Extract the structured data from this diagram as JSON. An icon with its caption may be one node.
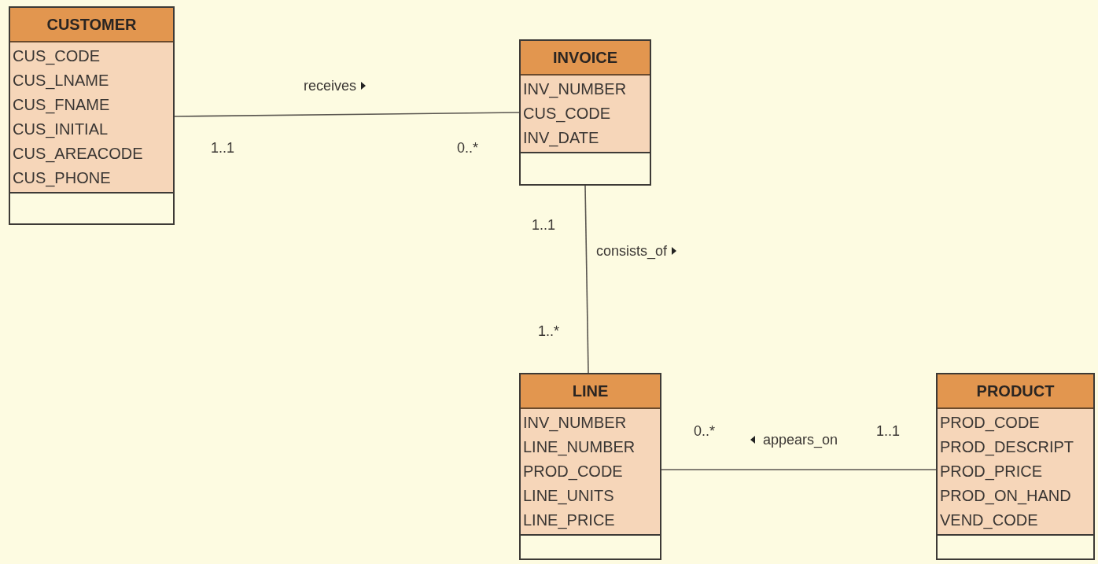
{
  "diagram": {
    "nodes": [
      {
        "text": [
          "CUSTOMER",
          "CUS_CODE",
          "CUS_LNAME",
          "CUS_FNAME",
          "CUS_INITIAL",
          "CUS_AREACODE",
          "CUS_PHONE"
        ]
      },
      {
        "text": [
          "INVOICE",
          "INV_NUMBER",
          "CUS_CODE",
          "INV_DATE"
        ]
      },
      {
        "text": [
          "LINE",
          "INV_NUMBER",
          "LINE_NUMBER",
          "PROD_CODE",
          "LINE_UNITS",
          "LINE_PRICE"
        ]
      },
      {
        "text": [
          "PRODUCT",
          "PROD_CODE",
          "PROD_DESCRIPT",
          "PROD_PRICE",
          "PROD_ON_HAND",
          "VEND_CODE"
        ]
      }
    ],
    "edges": [
      {
        "from": 0,
        "to": 1,
        "arrow": "none",
        "label": "receives"
      },
      {
        "from": 1,
        "to": 2,
        "arrow": "none",
        "label": "consists_of"
      },
      {
        "from": 2,
        "to": 3,
        "arrow": "none",
        "label": "appears_on"
      }
    ],
    "labels": [
      "1..1",
      "0..*",
      "1..1",
      "1..*",
      "0..*",
      "1..1"
    ]
  }
}
